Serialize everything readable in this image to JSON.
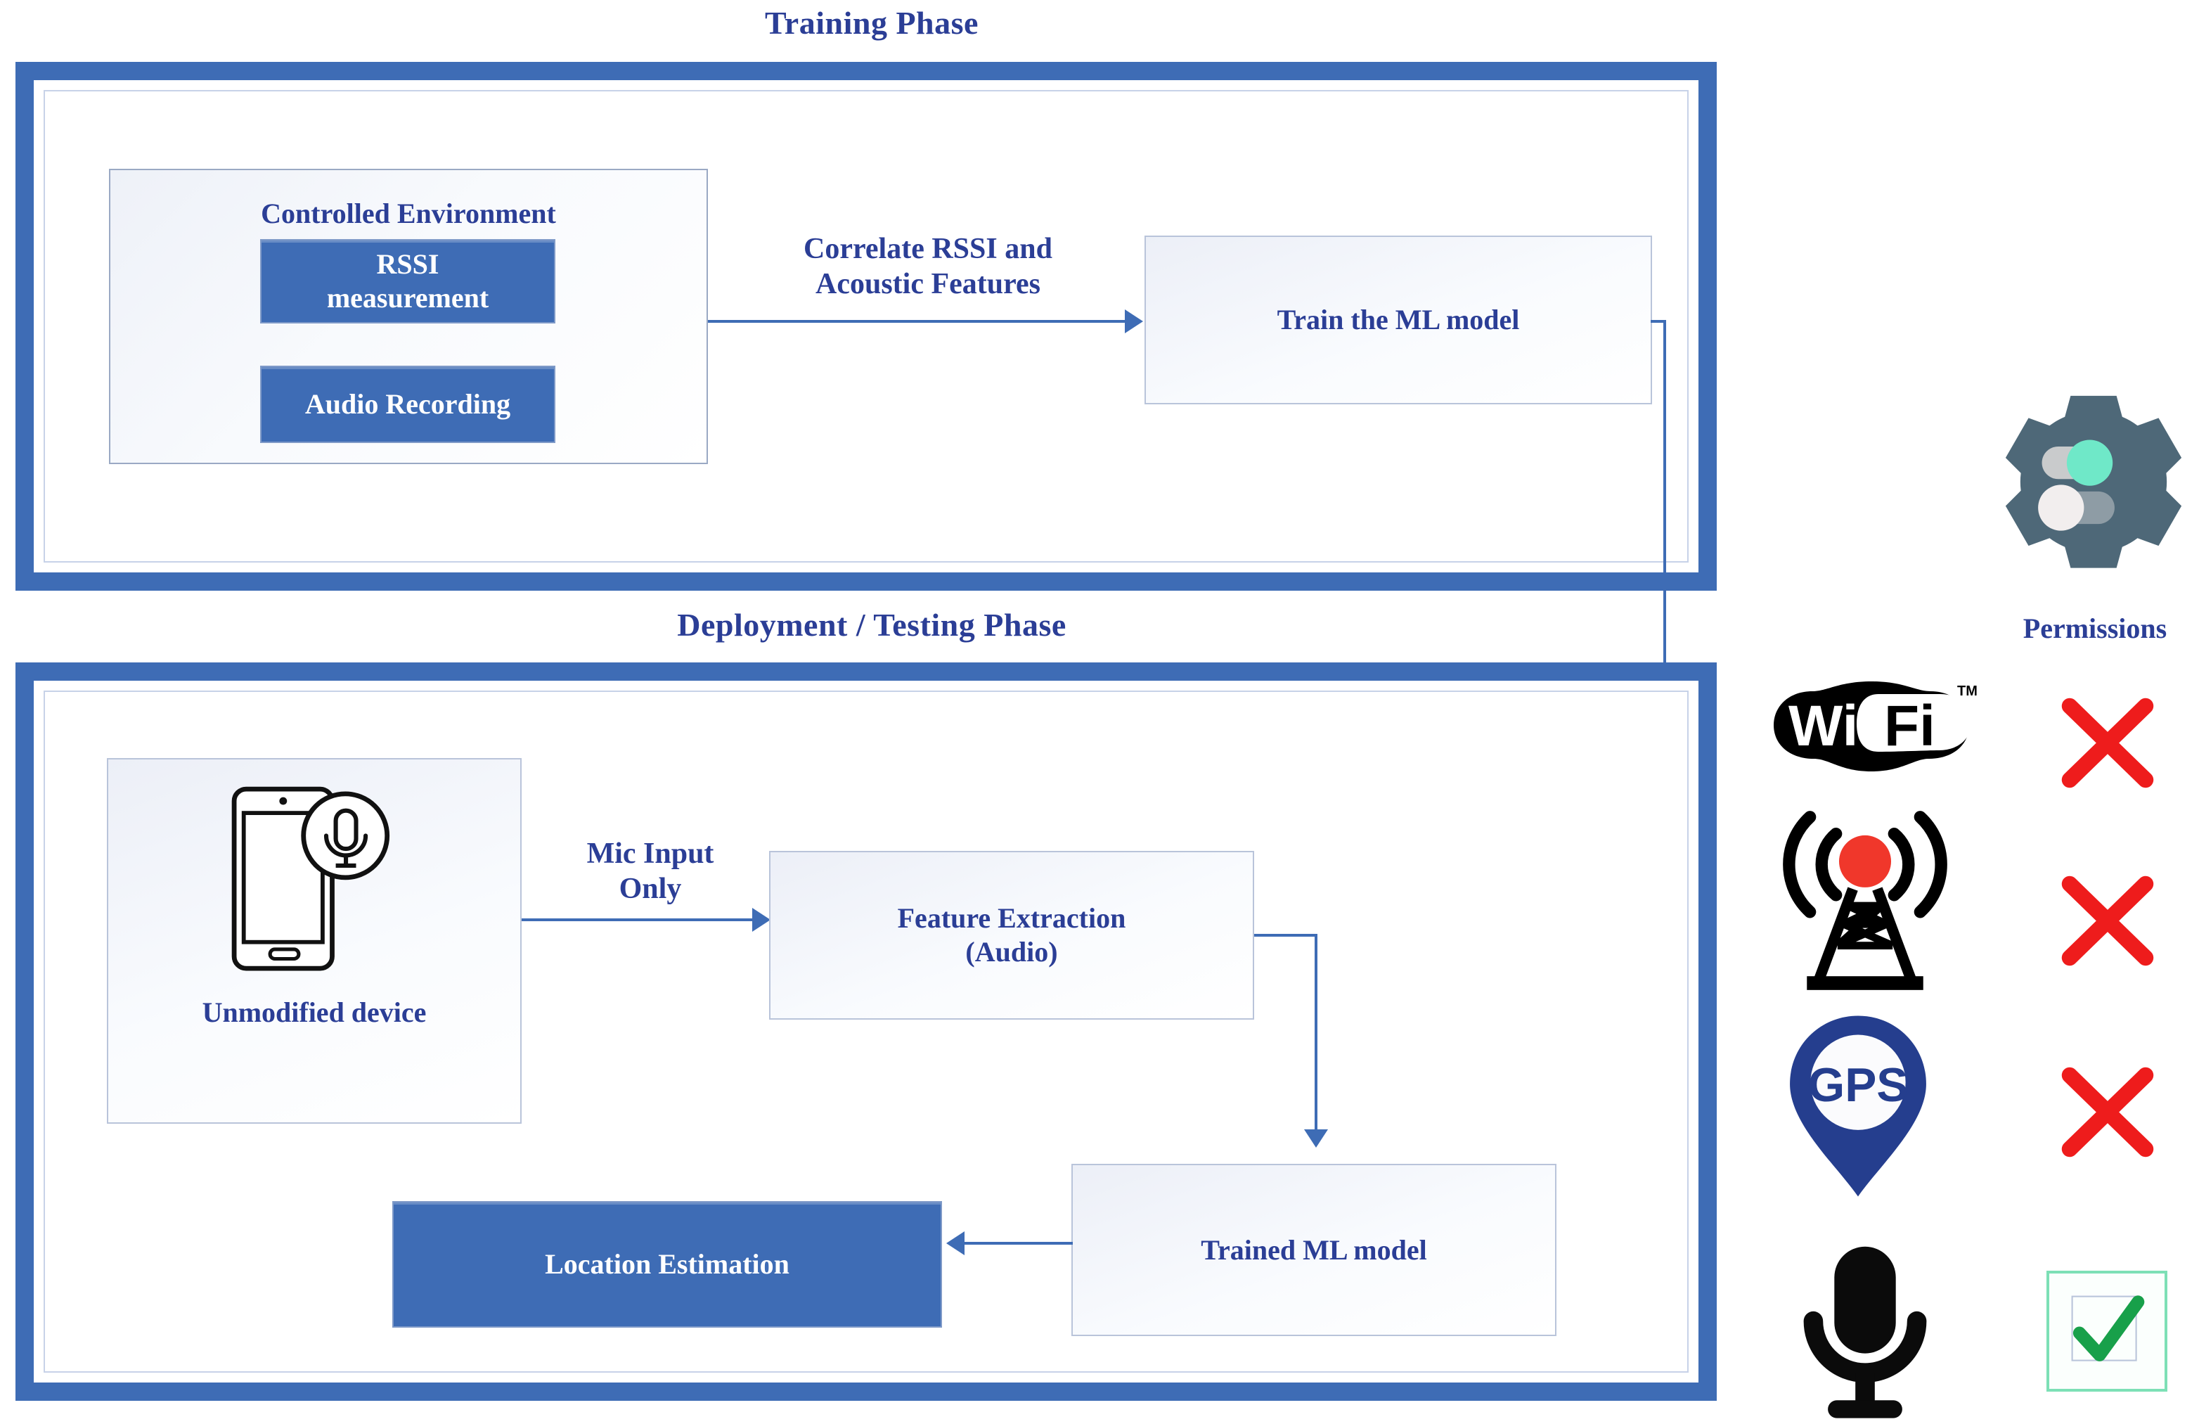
{
  "figure": {
    "title_training": "Training Phase",
    "title_deployment": "Deployment / Testing Phase"
  },
  "training_phase": {
    "controlled_environment": {
      "label": "Controlled Environment",
      "items": [
        {
          "label": "RSSI\nmeasurement"
        },
        {
          "label": "Audio Recording"
        }
      ]
    },
    "edge_label": "Correlate RSSI and\nAcoustic Features",
    "train_model": {
      "label": "Train the ML model"
    }
  },
  "deployment_phase": {
    "device": {
      "label": "Unmodified device",
      "icon": "smartphone-microphone-icon"
    },
    "edge_label": "Mic Input\nOnly",
    "feature_extraction": {
      "label": "Feature Extraction\n(Audio)"
    },
    "trained_model": {
      "label": "Trained ML model"
    },
    "location_estimation": {
      "label": "Location Estimation"
    }
  },
  "permissions": {
    "title": "Permissions",
    "gear_icon": "gear-toggles-icon",
    "rows": [
      {
        "icon": "wifi-icon",
        "icon_text": "WiFi",
        "trademark": "TM",
        "status": "denied",
        "mark": "red-x-icon"
      },
      {
        "icon": "cell-tower-icon",
        "icon_text": "",
        "trademark": "",
        "status": "denied",
        "mark": "red-x-icon"
      },
      {
        "icon": "gps-pin-icon",
        "icon_text": "GPS",
        "trademark": "",
        "status": "denied",
        "mark": "red-x-icon"
      },
      {
        "icon": "microphone-icon",
        "icon_text": "",
        "trademark": "",
        "status": "granted",
        "mark": "green-check-icon"
      }
    ]
  },
  "colors": {
    "frame_blue": "#3E6CB5",
    "text_blue": "#2B3E96",
    "denied_red": "#EE1C1C",
    "granted_green": "#18A04A",
    "gear_slate": "#4E6878",
    "gear_toggle_on": "#6FE8C8",
    "gps_navy": "#253E8E",
    "tower_beacon_red": "#F0372B"
  }
}
